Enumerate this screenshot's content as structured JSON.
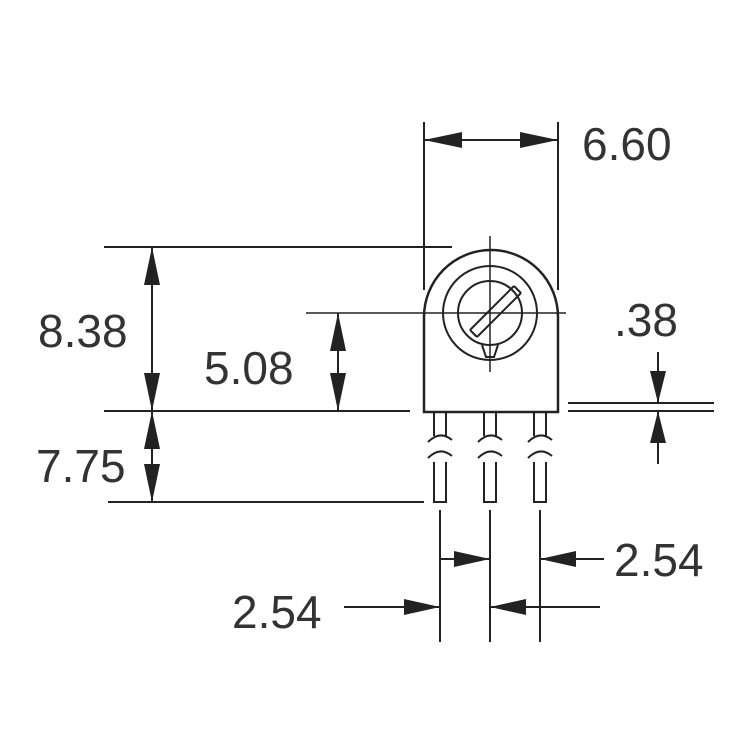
{
  "dimensions": {
    "width_top": "6.60",
    "height_total": "8.38",
    "height_center": "5.08",
    "pin_length": "7.75",
    "pin_thickness": ".38",
    "pitch_right": "2.54",
    "pitch_left": "2.54"
  },
  "colors": {
    "line": "#222222",
    "text": "#333333",
    "background": "#ffffff"
  }
}
